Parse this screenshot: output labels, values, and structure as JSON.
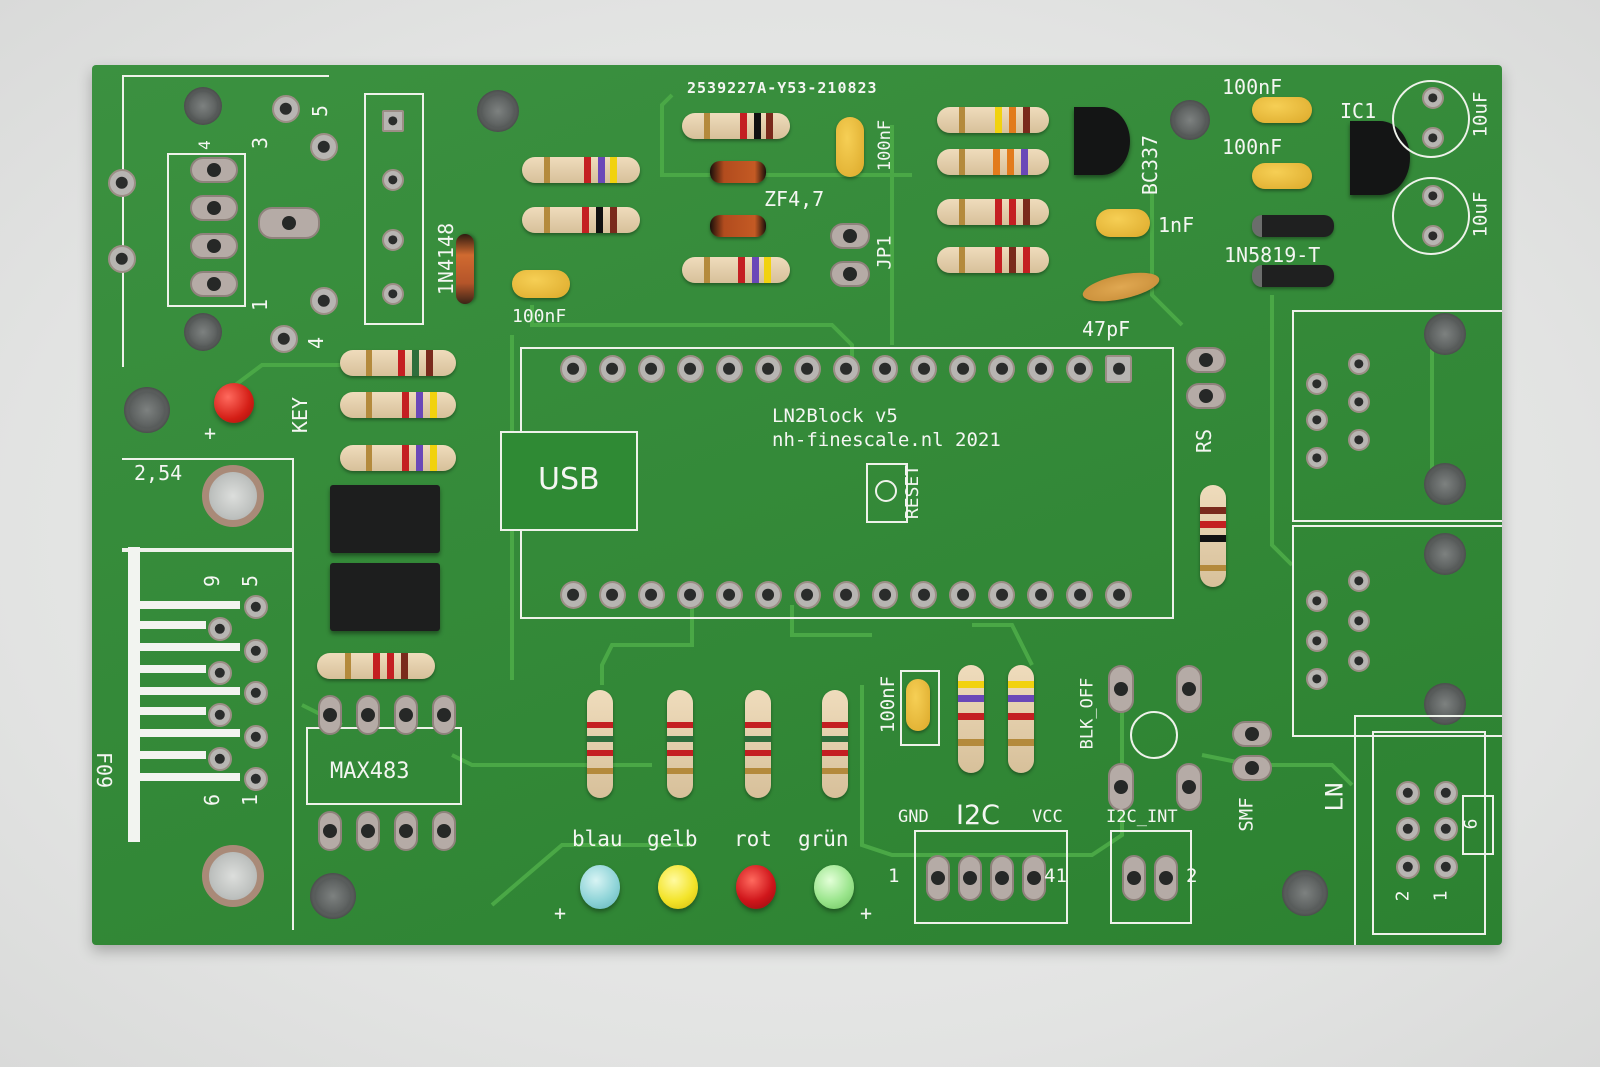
{
  "scene": {
    "description": "Photograph of an assembled green PCB (LocoNet block detector board) on a light grey background",
    "colors": {
      "background": "#e6e7e6",
      "pcb_green": "#2f8a34",
      "trace_green": "#4aa846",
      "silkscreen": "#f4f6f2",
      "pad_metal": "#b5aba6",
      "capacitor_yellow": "#e8b935",
      "led_blue": "#8fd4d8",
      "led_yellow": "#f3e42a",
      "led_red": "#d0161b",
      "led_green": "#9be58d",
      "key_led": "#e0261c"
    }
  },
  "board": {
    "order_code": "2539227A-Y53-210823",
    "title": "LN2Block v5",
    "credit": "nh-finescale.nl 2021",
    "usb_label": "USB",
    "reset_label": "RESET",
    "f09_label": "F09",
    "pitch_label": "2,54"
  },
  "labels": {
    "cap_100nF_a": "100nF",
    "cap_100nF_b": "100nF",
    "cap_100nF_c": "100nF",
    "cap_100nF_d": "100nF",
    "cap_100nF_e": "100nF",
    "cap_1nF": "1nF",
    "cap_47pF": "47pF",
    "cap_10uF_a": "10uF",
    "cap_10uF_b": "10uF",
    "diode_1N4148": "1N4148",
    "zener": "ZF4,7",
    "jumper_jp1": "JP1",
    "transistor": "BC337",
    "regulator": "IC1",
    "schottky": "1N5819-T",
    "jumper_rs": "RS",
    "key": "KEY",
    "max483": "MAX483",
    "blk_off": "BLK_OFF",
    "smf": "SMF",
    "ln": "LN",
    "i2c": "I2C",
    "gnd": "GND",
    "vcc": "VCC",
    "i2c_int": "I2C_INT",
    "i2c_pin1": "1",
    "i2c_pin41": "41",
    "i2c_int_pin2": "2",
    "ln_pin2": "2",
    "ln_pin1": "1",
    "ln_pin6": "6",
    "dsub_pin9": "9",
    "dsub_pin5": "5",
    "dsub_pin6": "6",
    "dsub_pin1": "1",
    "conn_pin5": "5",
    "conn_pin3": "3",
    "conn_pin4a": "4",
    "conn_pin1": "1",
    "conn_pin4b": "4",
    "plus": "+"
  },
  "leds": [
    {
      "label": "blau",
      "color": "#8fd4d8"
    },
    {
      "label": "gelb",
      "color": "#f3e42a"
    },
    {
      "label": "rot",
      "color": "#d0161b"
    },
    {
      "label": "grün",
      "color": "#9be58d"
    }
  ]
}
